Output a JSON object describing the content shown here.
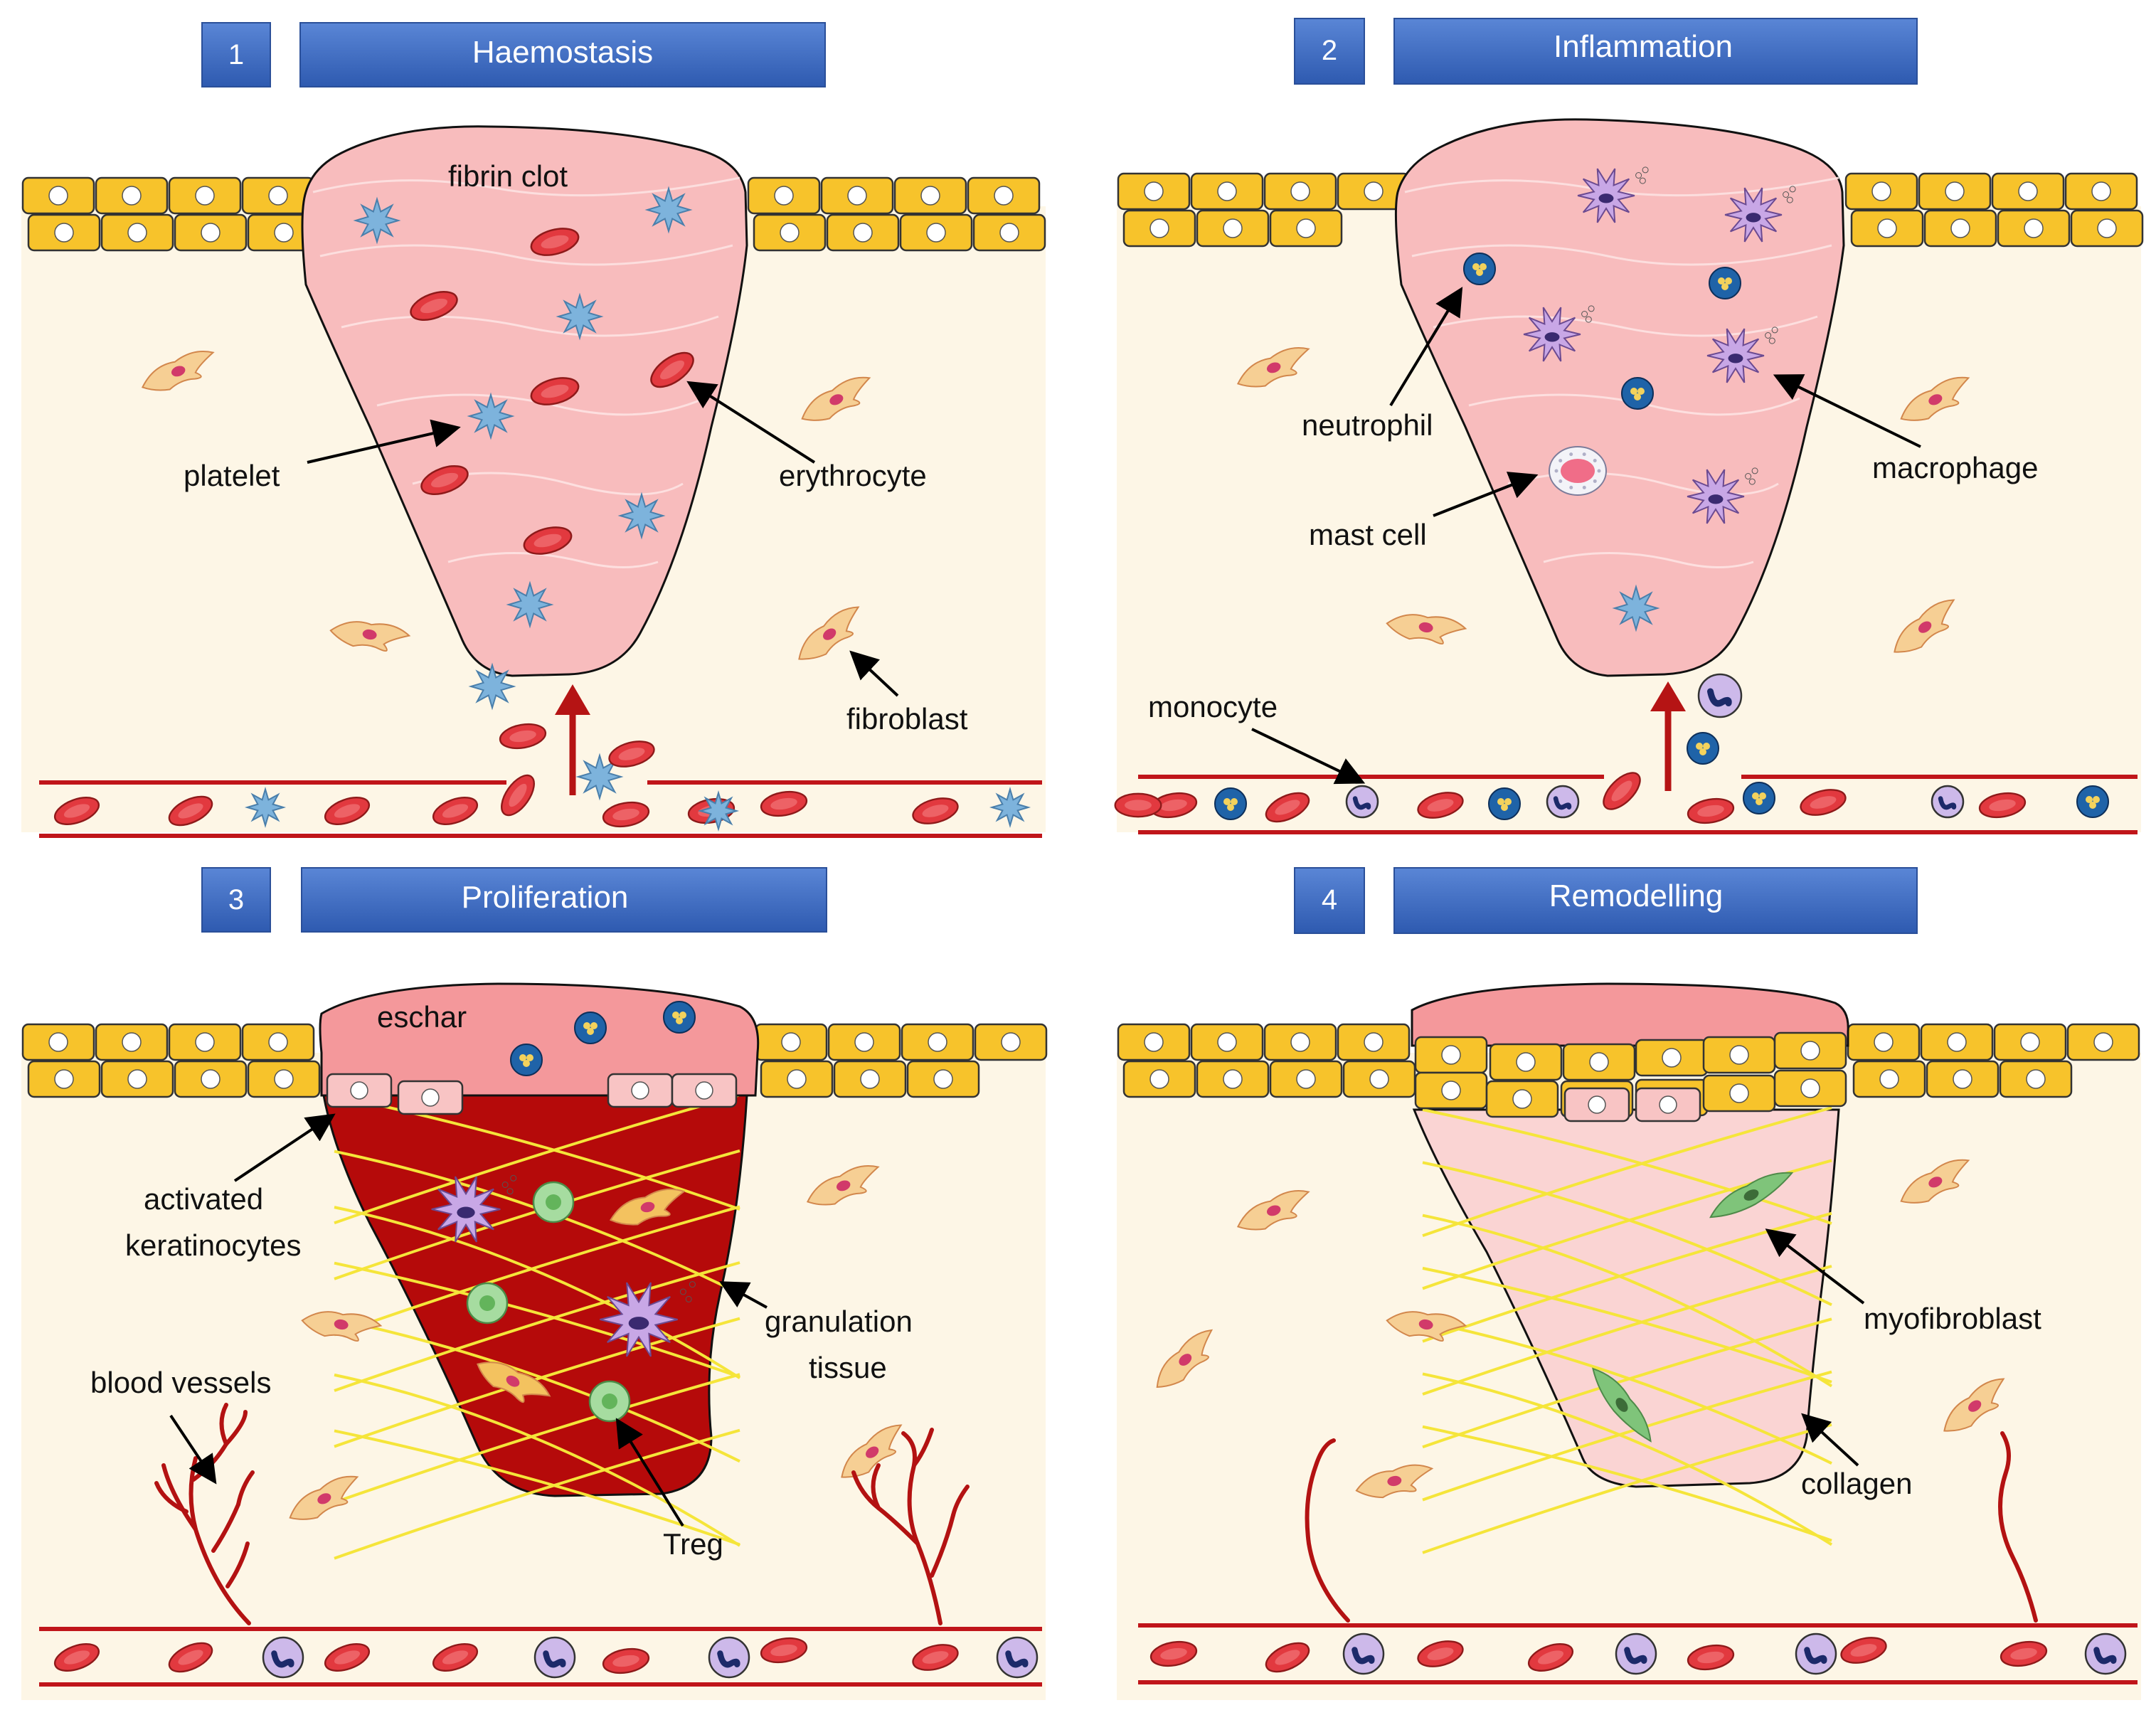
{
  "colors": {
    "tissue": "#fdf6e6",
    "clot": "#f8bcbd",
    "clot_light": "#fad4d3",
    "granulation": "#b50a0a",
    "eschar": "#f4989b",
    "cell_yellow": "#f7c32b",
    "vessel": "#c0151a",
    "banner": "#3f6fc6",
    "rbc": "#e2393f",
    "platelet": "#7db3dc",
    "macrophage": "#c8a7e6",
    "neutrophil": "#1f63a8",
    "treg": "#a6dca0",
    "myofibroblast": "#7fc47a",
    "collagen": "#f5e53a"
  },
  "panels": [
    {
      "number": "1",
      "title": "Haemostasis",
      "labels": [
        "fibrin clot",
        "platelet",
        "erythrocyte",
        "fibroblast"
      ]
    },
    {
      "number": "2",
      "title": "Inflammation",
      "labels": [
        "neutrophil",
        "macrophage",
        "mast cell",
        "monocyte"
      ]
    },
    {
      "number": "3",
      "title": "Proliferation",
      "labels": [
        "eschar",
        "activated",
        "keratinocytes",
        "granulation",
        "tissue",
        "blood vessels",
        "Treg"
      ]
    },
    {
      "number": "4",
      "title": "Remodelling",
      "labels": [
        "myofibroblast",
        "collagen"
      ]
    }
  ]
}
